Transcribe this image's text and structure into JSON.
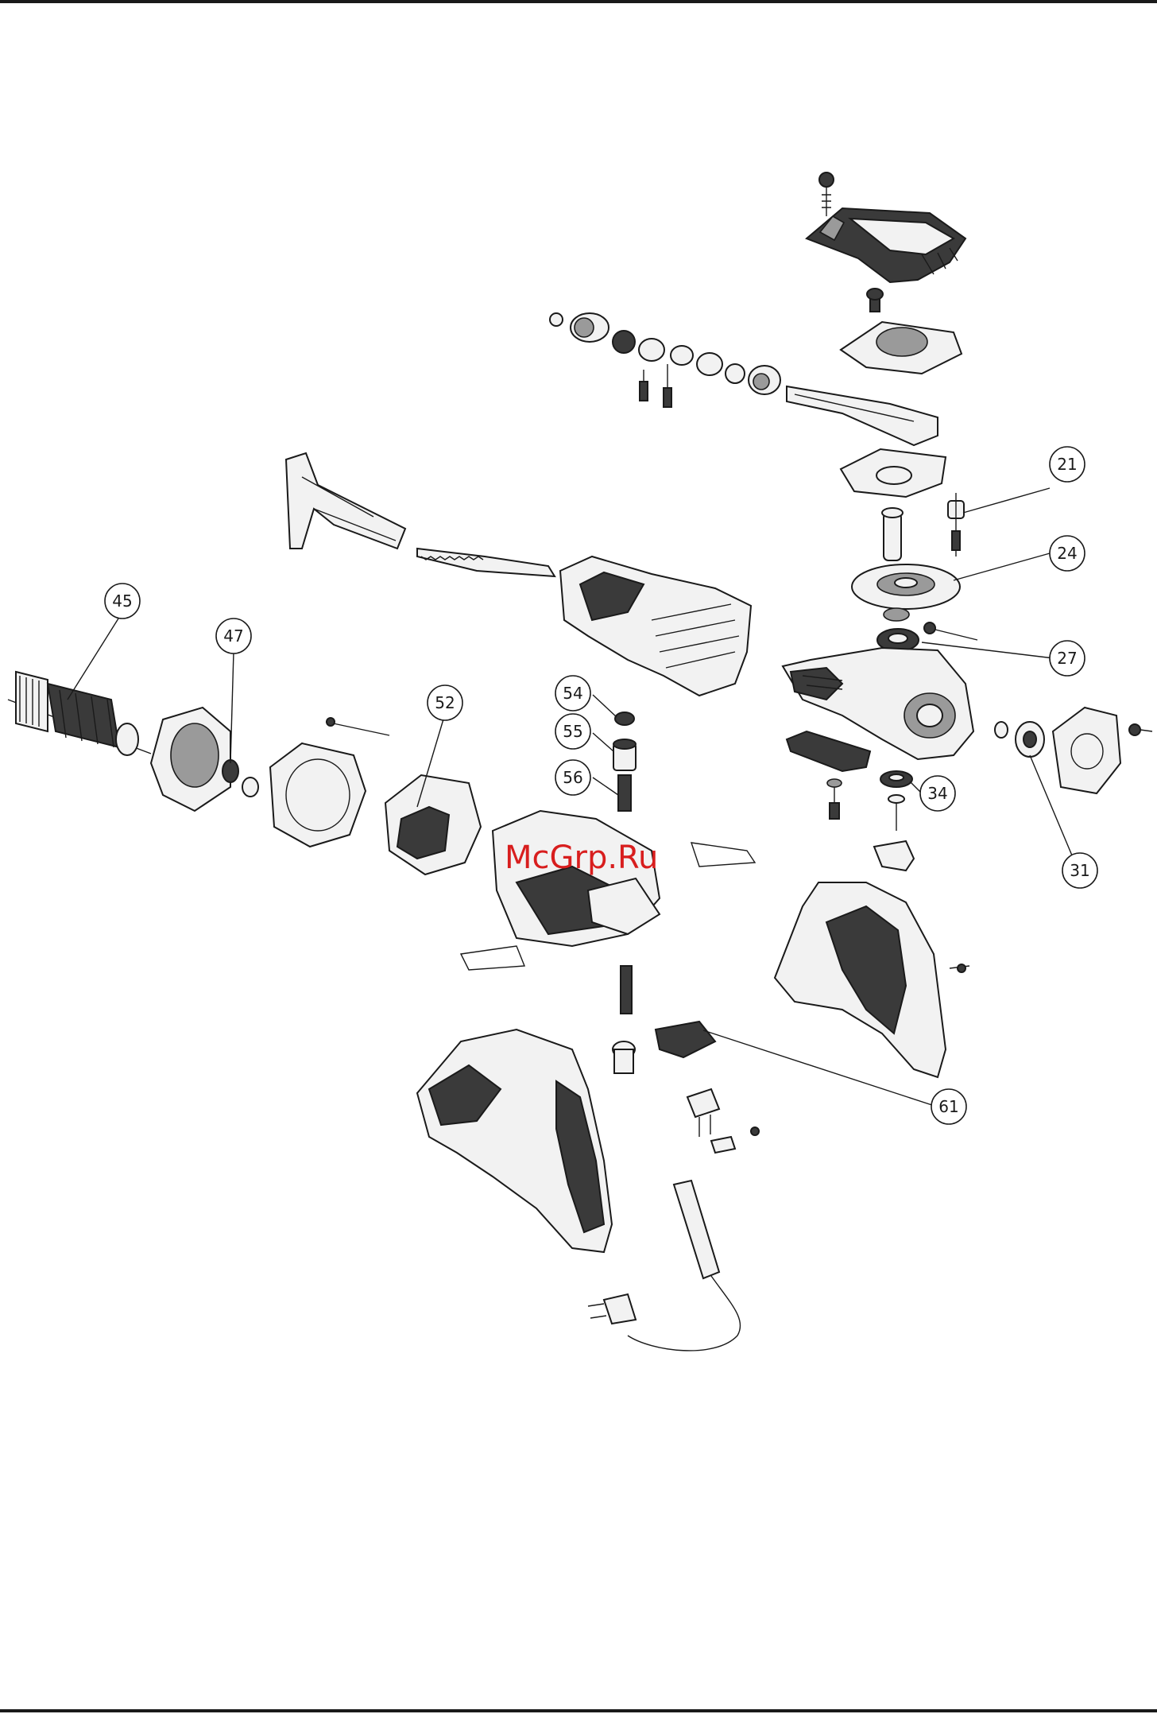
{
  "callouts": [
    {
      "id": "c21",
      "label": "21"
    },
    {
      "id": "c24",
      "label": "24"
    },
    {
      "id": "c27",
      "label": "27"
    },
    {
      "id": "c31",
      "label": "31"
    },
    {
      "id": "c34",
      "label": "34"
    },
    {
      "id": "c45",
      "label": "45"
    },
    {
      "id": "c47",
      "label": "47"
    },
    {
      "id": "c52",
      "label": "52"
    },
    {
      "id": "c54",
      "label": "54"
    },
    {
      "id": "c55",
      "label": "55"
    },
    {
      "id": "c56",
      "label": "56"
    },
    {
      "id": "c61",
      "label": "61"
    }
  ],
  "watermark": "McGrp.Ru"
}
